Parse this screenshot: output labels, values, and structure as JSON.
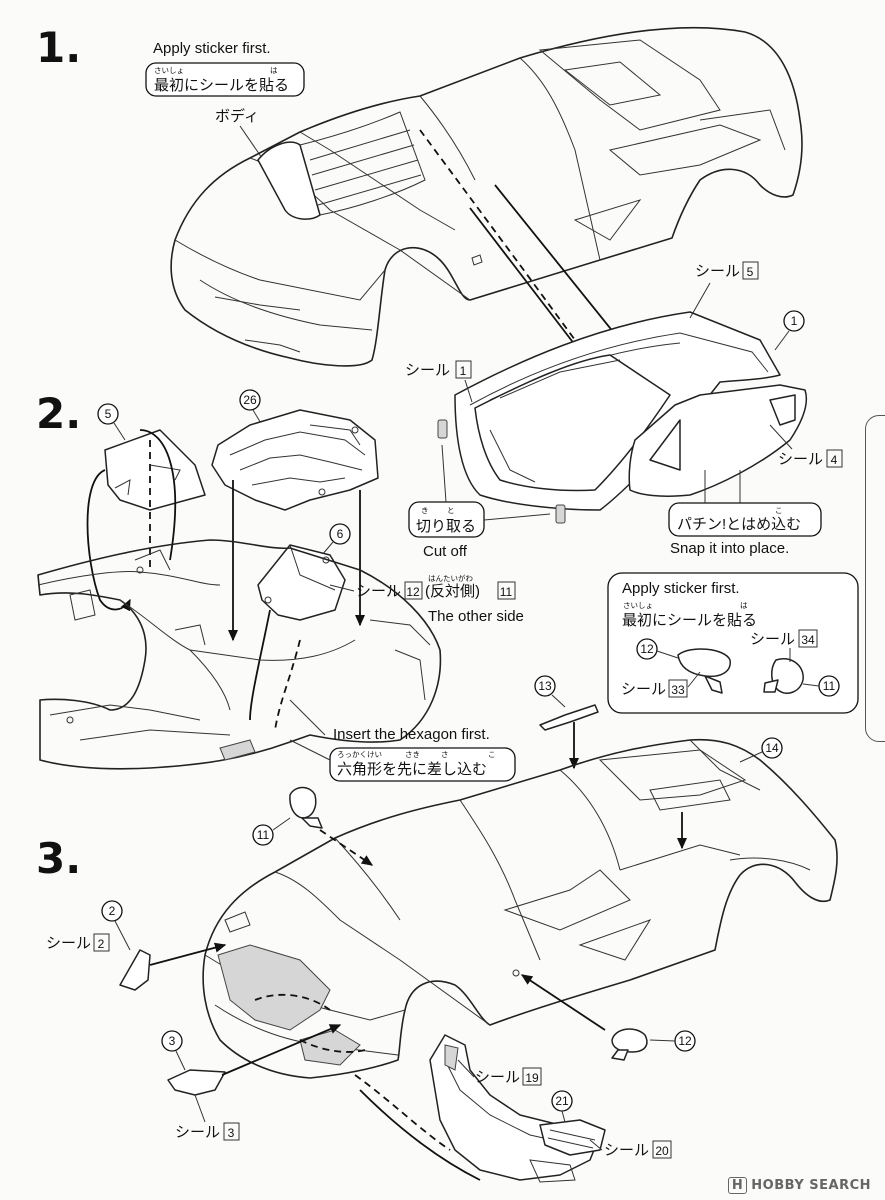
{
  "steps": [
    {
      "number": "1."
    },
    {
      "number": "2."
    },
    {
      "number": "3."
    }
  ],
  "step1": {
    "apply_sticker_en": "Apply sticker first.",
    "apply_sticker_jp": "最初にシールを貼る",
    "apply_sticker_ruby": [
      "さいしょ",
      "は"
    ],
    "body_label": "ボディ",
    "sticker_5": {
      "label": "シール",
      "num": "5"
    },
    "part_1": "1",
    "sticker_1": {
      "label": "シール",
      "num": "1"
    },
    "sticker_4": {
      "label": "シール",
      "num": "4"
    },
    "cut_off_jp": "切り取る",
    "cut_off_ruby": [
      "き",
      "と"
    ],
    "cut_off_en": "Cut off",
    "snap_jp": "パチン!とはめ込む",
    "snap_ruby": "こ",
    "snap_en": "Snap it into place."
  },
  "step2": {
    "part_5": "5",
    "part_26": "26",
    "part_6": "6",
    "sticker_12": {
      "label": "シール",
      "num": "12",
      "suffix": "(反対側)",
      "suffix_ruby": "はんたいがわ",
      "num2": "11"
    },
    "other_side_en": "The other side",
    "hexagon_en": "Insert the hexagon first.",
    "hexagon_jp": "六角形を先に差し込む",
    "hexagon_ruby": [
      "ろっかくけい",
      "さき",
      "さ",
      "こ"
    ]
  },
  "mirror_box": {
    "apply_sticker_en": "Apply sticker first.",
    "apply_sticker_jp": "最初にシールを貼る",
    "apply_sticker_ruby": [
      "さいしょ",
      "は"
    ],
    "part_12": "12",
    "part_11": "11",
    "sticker_33": {
      "label": "シール",
      "num": "33"
    },
    "sticker_34": {
      "label": "シール",
      "num": "34"
    }
  },
  "step3": {
    "part_13": "13",
    "part_14": "14",
    "part_11": "11",
    "part_2": "2",
    "part_3": "3",
    "part_12": "12",
    "part_21": "21",
    "sticker_2": {
      "label": "シール",
      "num": "2"
    },
    "sticker_3": {
      "label": "シール",
      "num": "3"
    },
    "sticker_19": {
      "label": "シール",
      "num": "19"
    },
    "sticker_20": {
      "label": "シール",
      "num": "20"
    }
  },
  "watermark": {
    "logo": "H",
    "text": "HOBBY SEARCH"
  }
}
